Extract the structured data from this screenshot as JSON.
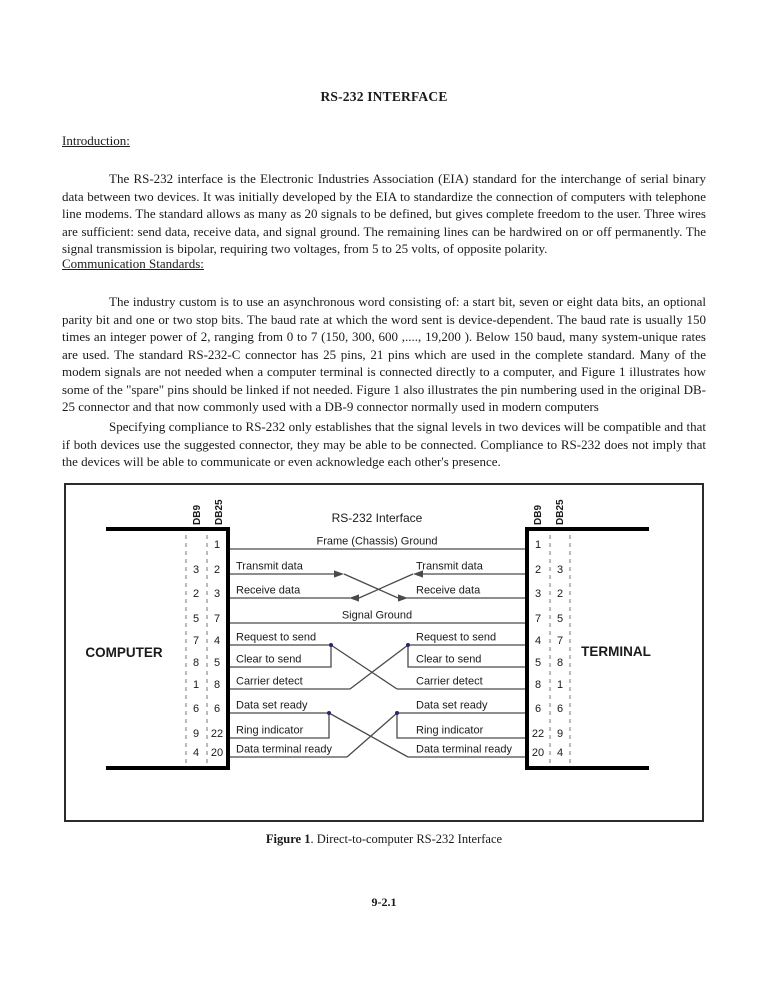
{
  "doc": {
    "title": "RS-232 INTERFACE",
    "page_number": "9-2.1",
    "sections": [
      {
        "heading": "Introduction:",
        "paragraphs": [
          "The RS-232 interface is the Electronic Industries Association (EIA) standard for the interchange of serial binary data between two devices.  It was initially developed by the EIA to standardize the connection of computers with telephone line modems.  The standard allows as many as 20 signals to be defined, but gives complete freedom to the user.  Three wires are sufficient:  send data, receive data, and signal ground.  The remaining lines can be hardwired on or off permanently.  The signal transmission is bipolar, requiring two voltages, from 5 to 25 volts, of opposite polarity."
        ]
      },
      {
        "heading": "Communication Standards:",
        "paragraphs": [
          "The industry custom is to use an asynchronous word consisting of: a start bit, seven or eight data bits, an optional parity bit and one or two stop bits.  The baud rate at which the word sent is device-dependent.  The baud rate is usually 150 times an integer power of 2, ranging from 0 to 7 (150, 300, 600 ,...., 19,200 ).  Below 150 baud, many system-unique rates are used. The standard RS-232-C connector has 25 pins, 21 pins which are used in the complete standard.  Many of the modem signals are not needed when a computer terminal is connected directly to a computer, and Figure 1 illustrates how some of the \"spare\" pins should be linked if not needed. Figure 1 also illustrates the pin numbering used in the original DB-25 connector and that now commonly used with a DB-9 connector normally used in modern computers",
          "Specifying compliance to RS-232 only establishes that the signal levels in two devices will be compatible and that if both devices use the suggested connector, they may be able to be connected.  Compliance to RS-232 does not imply that the devices will be able to communicate or even acknowledge each other's presence."
        ]
      }
    ]
  },
  "figure": {
    "caption_label": "Figure 1",
    "caption_text": ".  Direct-to-computer RS-232 Interface",
    "diagram_title": "RS-232 Interface",
    "left_device": "COMPUTER",
    "right_device": "TERMINAL",
    "left_column_headers": [
      "DB9",
      "DB25"
    ],
    "right_column_headers": [
      "DB9",
      "DB25"
    ],
    "wire_color": "#4a4a4a",
    "connector_color": "#000000",
    "rows": [
      {
        "label": "Frame (Chassis) Ground",
        "label_position": "center",
        "left_db9": "",
        "left_db25": "1",
        "right_col1": "1",
        "right_col2": ""
      },
      {
        "label": "Transmit data",
        "label_position": "both",
        "left_db9": "3",
        "left_db25": "2",
        "right_col1": "2",
        "right_col2": "3"
      },
      {
        "label": "Receive data",
        "label_position": "both",
        "left_db9": "2",
        "left_db25": "3",
        "right_col1": "3",
        "right_col2": "2"
      },
      {
        "label": "Signal Ground",
        "label_position": "center",
        "left_db9": "5",
        "left_db25": "7",
        "right_col1": "7",
        "right_col2": "5"
      },
      {
        "label": "Request to send",
        "label_position": "both",
        "left_db9": "7",
        "left_db25": "4",
        "right_col1": "4",
        "right_col2": "7"
      },
      {
        "label": "Clear to send",
        "label_position": "both",
        "left_db9": "8",
        "left_db25": "5",
        "right_col1": "5",
        "right_col2": "8"
      },
      {
        "label": "Carrier detect",
        "label_position": "both",
        "left_db9": "1",
        "left_db25": "8",
        "right_col1": "8",
        "right_col2": "1"
      },
      {
        "label": "Data set ready",
        "label_position": "both",
        "left_db9": "6",
        "left_db25": "6",
        "right_col1": "6",
        "right_col2": "6"
      },
      {
        "label": "Ring indicator",
        "label_position": "both",
        "left_db9": "9",
        "left_db25": "22",
        "right_col1": "22",
        "right_col2": "9"
      },
      {
        "label": "Data terminal ready",
        "label_position": "both",
        "left_db9": "4",
        "left_db25": "20",
        "right_col1": "20",
        "right_col2": "4"
      }
    ]
  }
}
